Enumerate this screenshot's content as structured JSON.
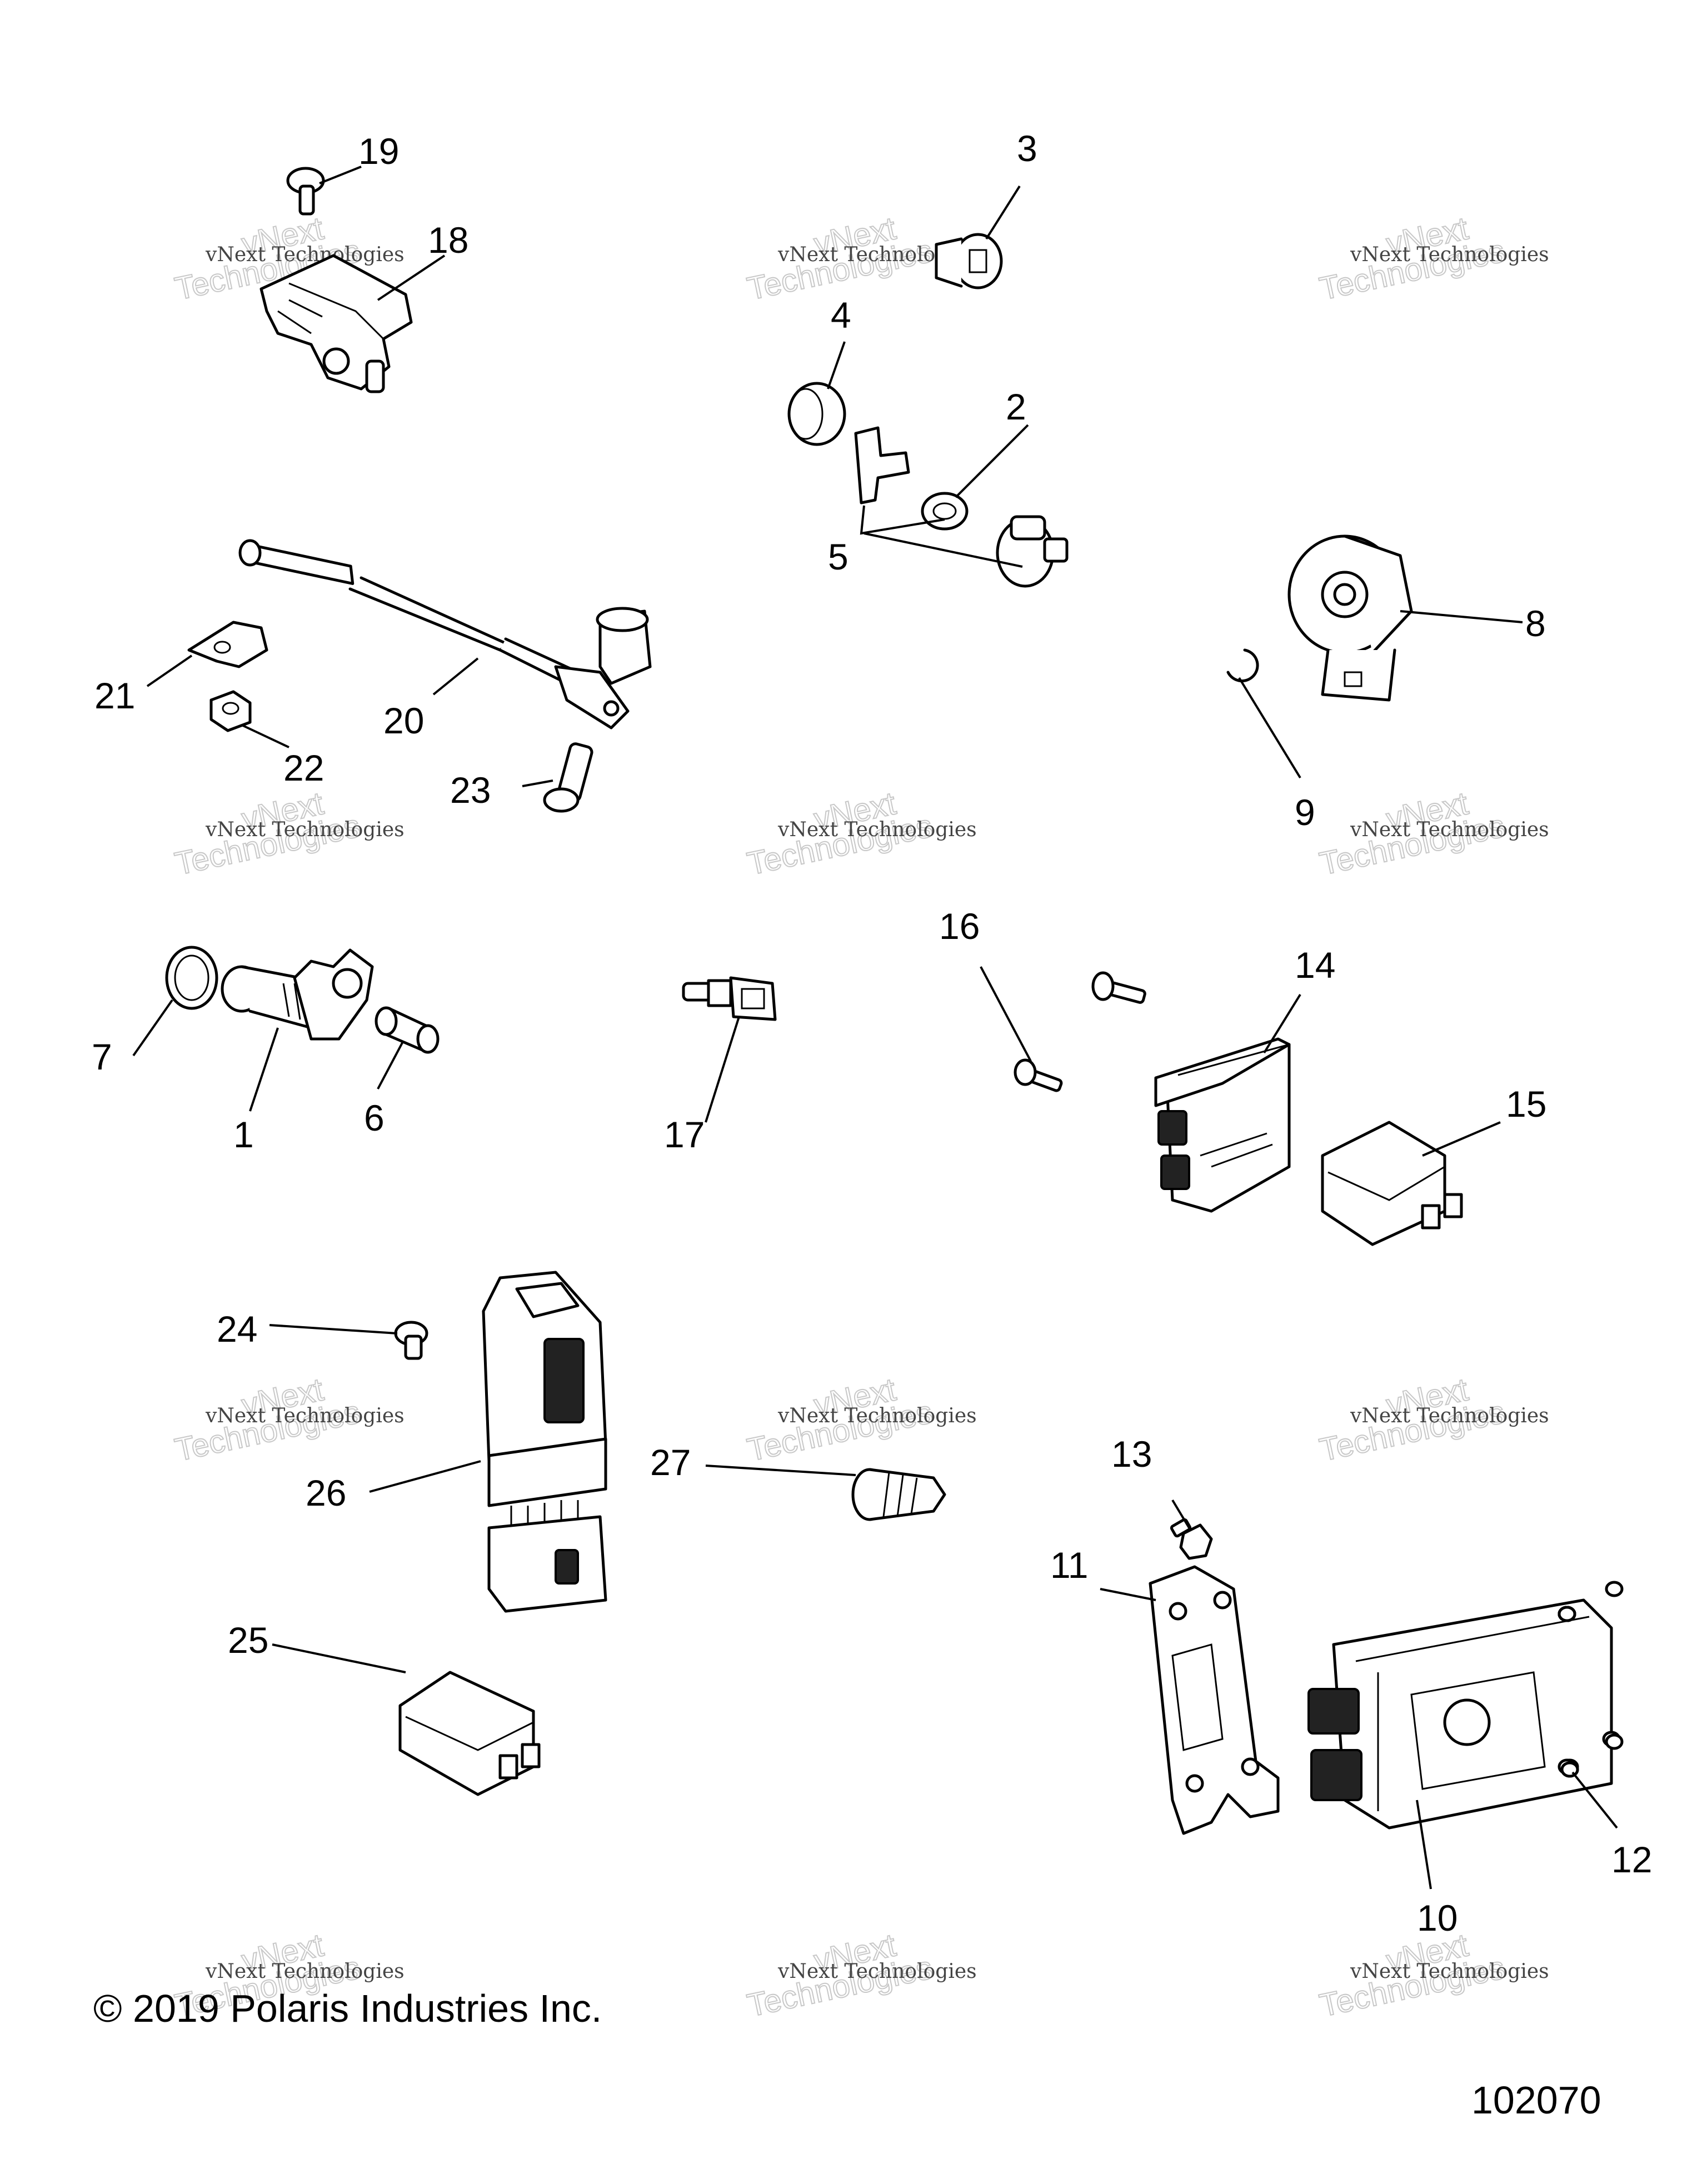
{
  "copyright": "© 2019 Polaris Industries Inc.",
  "diagram_number": "102070",
  "watermark": {
    "line1": "vNext Technologies",
    "line2": "vNext",
    "line3": "Technologies"
  },
  "callouts": {
    "n1": "1",
    "n2": "2",
    "n3": "3",
    "n4": "4",
    "n5": "5",
    "n6": "6",
    "n7": "7",
    "n8": "8",
    "n9": "9",
    "n10": "10",
    "n11": "11",
    "n12": "12",
    "n13": "13",
    "n14": "14",
    "n15": "15",
    "n16": "16",
    "n17": "17",
    "n18": "18",
    "n19": "19",
    "n20": "20",
    "n21": "21",
    "n22": "22",
    "n23": "23",
    "n24": "24",
    "n25": "25",
    "n26": "26",
    "n27": "27"
  }
}
